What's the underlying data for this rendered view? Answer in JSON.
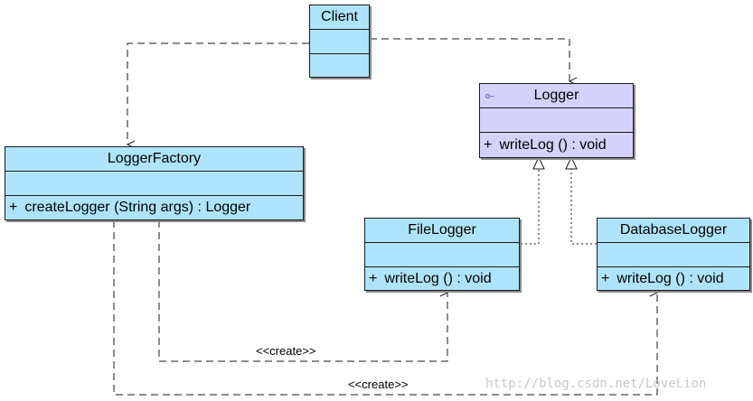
{
  "diagram": {
    "colors": {
      "class_fill": "#aee4fb",
      "interface_fill": "#d4d2fb",
      "stroke": "#1a1a1a"
    },
    "classes": {
      "client": {
        "name": "Client",
        "operations": []
      },
      "logger": {
        "name": "Logger",
        "icon": "interface-icon",
        "operations": [
          {
            "visibility": "+",
            "signature": "writeLog () : void"
          }
        ]
      },
      "logger_factory": {
        "name": "LoggerFactory",
        "operations": [
          {
            "visibility": "+",
            "signature": "createLogger (String args) : Logger"
          }
        ]
      },
      "file_logger": {
        "name": "FileLogger",
        "operations": [
          {
            "visibility": "+",
            "signature": "writeLog () : void"
          }
        ]
      },
      "database_logger": {
        "name": "DatabaseLogger",
        "operations": [
          {
            "visibility": "+",
            "signature": "writeLog () : void"
          }
        ]
      }
    },
    "relations": {
      "create_file": "<<create>>",
      "create_database": "<<create>>"
    },
    "watermark": "http://blog.csdn.net/LoveLion"
  }
}
